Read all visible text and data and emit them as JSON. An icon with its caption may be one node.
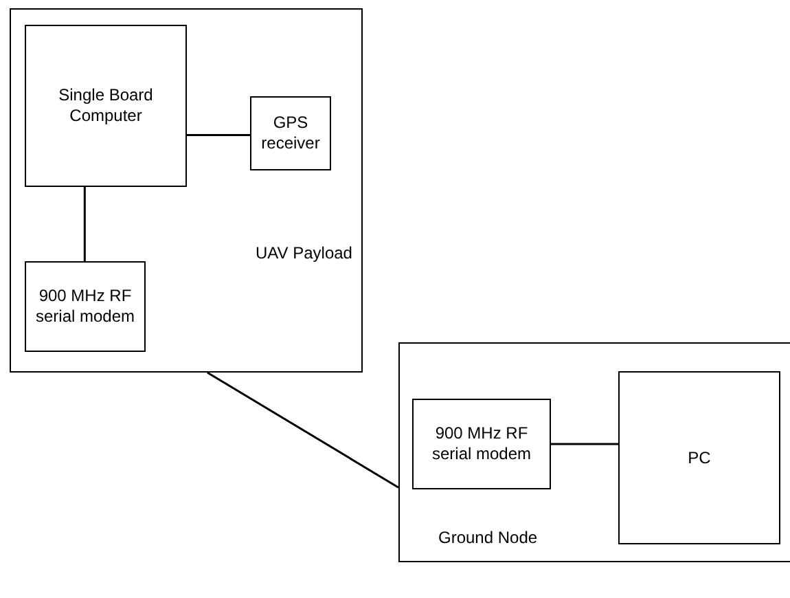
{
  "diagram": {
    "nodes": [
      {
        "text": [
          "UAV Payload"
        ]
      },
      {
        "text": [
          "Single Board Computer"
        ],
        "in": 0
      },
      {
        "text": [
          "GPS receiver"
        ],
        "in": 0
      },
      {
        "text": [
          "900 MHz RF serial modem"
        ],
        "in": 0
      },
      {
        "text": [
          "Ground Node"
        ]
      },
      {
        "text": [
          "900 MHz RF serial modem"
        ],
        "in": 4
      },
      {
        "text": [
          "PC"
        ],
        "in": 4
      }
    ],
    "edges": [
      {
        "from": 1,
        "to": 2,
        "arrow": "none"
      },
      {
        "from": 1,
        "to": 3,
        "arrow": "none"
      },
      {
        "from": 0,
        "to": 4,
        "arrow": "none"
      },
      {
        "from": 5,
        "to": 6,
        "arrow": "none"
      }
    ]
  }
}
